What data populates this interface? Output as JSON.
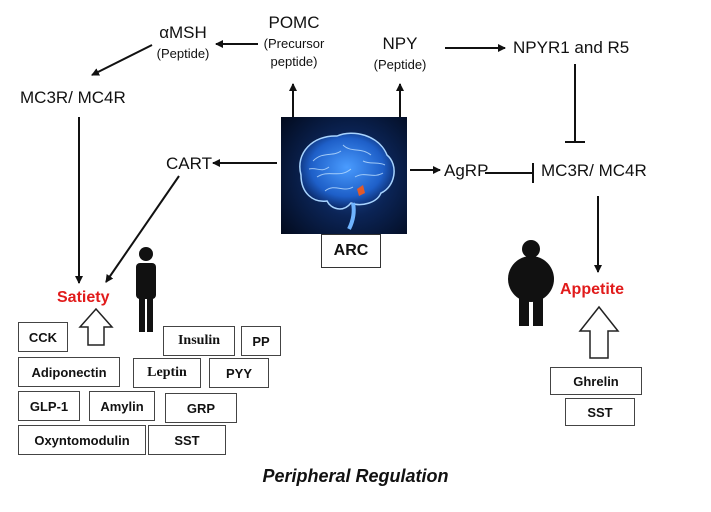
{
  "center": {
    "label": "ARC"
  },
  "pomc": {
    "name": "POMC",
    "sub1": "(Precursor",
    "sub2": "peptide)"
  },
  "amsh": {
    "name": "αMSH",
    "sub": "(Peptide)"
  },
  "npy": {
    "name": "NPY",
    "sub": "(Peptide)"
  },
  "npyr": {
    "name": "NPYR1 and R5"
  },
  "mc_left": {
    "name": "MC3R/ MC4R"
  },
  "mc_right": {
    "name": "MC3R/ MC4R"
  },
  "cart": {
    "name": "CART"
  },
  "agrp": {
    "name": "AgRP"
  },
  "satiety": {
    "name": "Satiety"
  },
  "appetite": {
    "name": "Appetite"
  },
  "satiety_factors": [
    "CCK",
    "Insulin",
    "PP",
    "Adiponectin",
    "Leptin",
    "PYY",
    "GLP-1",
    "Amylin",
    "GRP",
    "Oxyntomodulin",
    "SST"
  ],
  "appetite_factors": [
    "Ghrelin",
    "SST"
  ],
  "footer": "Peripheral Regulation",
  "colors": {
    "highlight": "#e11b1b",
    "brain_glow": "#2e7fd8"
  }
}
